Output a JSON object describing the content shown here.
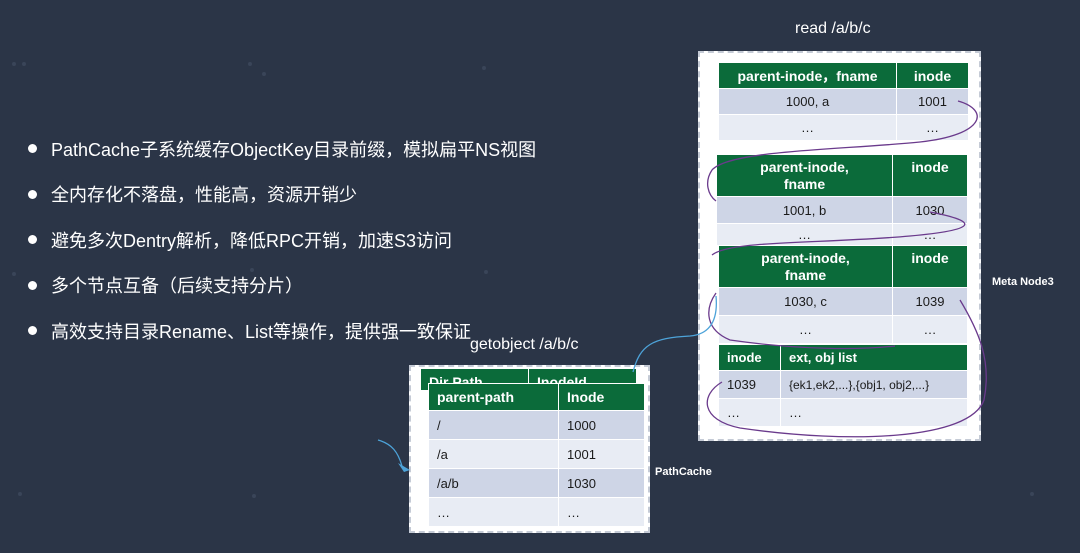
{
  "bullets": [
    "PathCache子系统缓存ObjectKey目录前缀，模拟扁平NS视图",
    "全内存化不落盘，性能高，资源开销少",
    "避免多次Dentry解析，降低RPC开销，加速S3访问",
    "多个节点互备（后续支持分片）",
    "高效支持目录Rename、List等操作，提供强一致保证"
  ],
  "captions": {
    "read": "read /a/b/c",
    "getobject": "getobject /a/b/c",
    "meta_node": "Meta Node3",
    "path_cache": "PathCache"
  },
  "meta_tables": {
    "t1": {
      "headers": [
        "parent-inode，fname",
        "inode"
      ],
      "rows": [
        [
          "1000, a",
          "1001"
        ],
        [
          "…",
          "…"
        ]
      ]
    },
    "t2": {
      "headers": [
        "parent-inode,\nfname",
        "inode"
      ],
      "rows": [
        [
          "1001, b",
          "1030"
        ],
        [
          "…",
          "…"
        ]
      ]
    },
    "t3": {
      "headers": [
        "parent-inode,\nfname",
        "inode"
      ],
      "rows": [
        [
          "1030, c",
          "1039"
        ],
        [
          "…",
          "…"
        ]
      ]
    },
    "t4": {
      "headers": [
        "inode",
        "ext, obj  list"
      ],
      "rows": [
        [
          "1039",
          "{ek1,ek2,...},{obj1, obj2,...}"
        ],
        [
          "…",
          "…"
        ]
      ]
    }
  },
  "path_tables": {
    "back": {
      "headers": [
        "Dir Path",
        "InodeId"
      ]
    },
    "front": {
      "headers": [
        "parent-path",
        "Inode"
      ],
      "rows": [
        [
          "/",
          "1000"
        ],
        [
          "/a",
          "1001"
        ],
        [
          "/a/b",
          "1030"
        ],
        [
          "…",
          "…"
        ]
      ]
    }
  },
  "colors": {
    "background": "#2b3547",
    "header_green": "#0b6b3a",
    "row_dark": "#ced5e6",
    "row_light": "#e8ecf4",
    "link_purple": "#6a3a8c",
    "link_blue": "#4da3d9"
  }
}
